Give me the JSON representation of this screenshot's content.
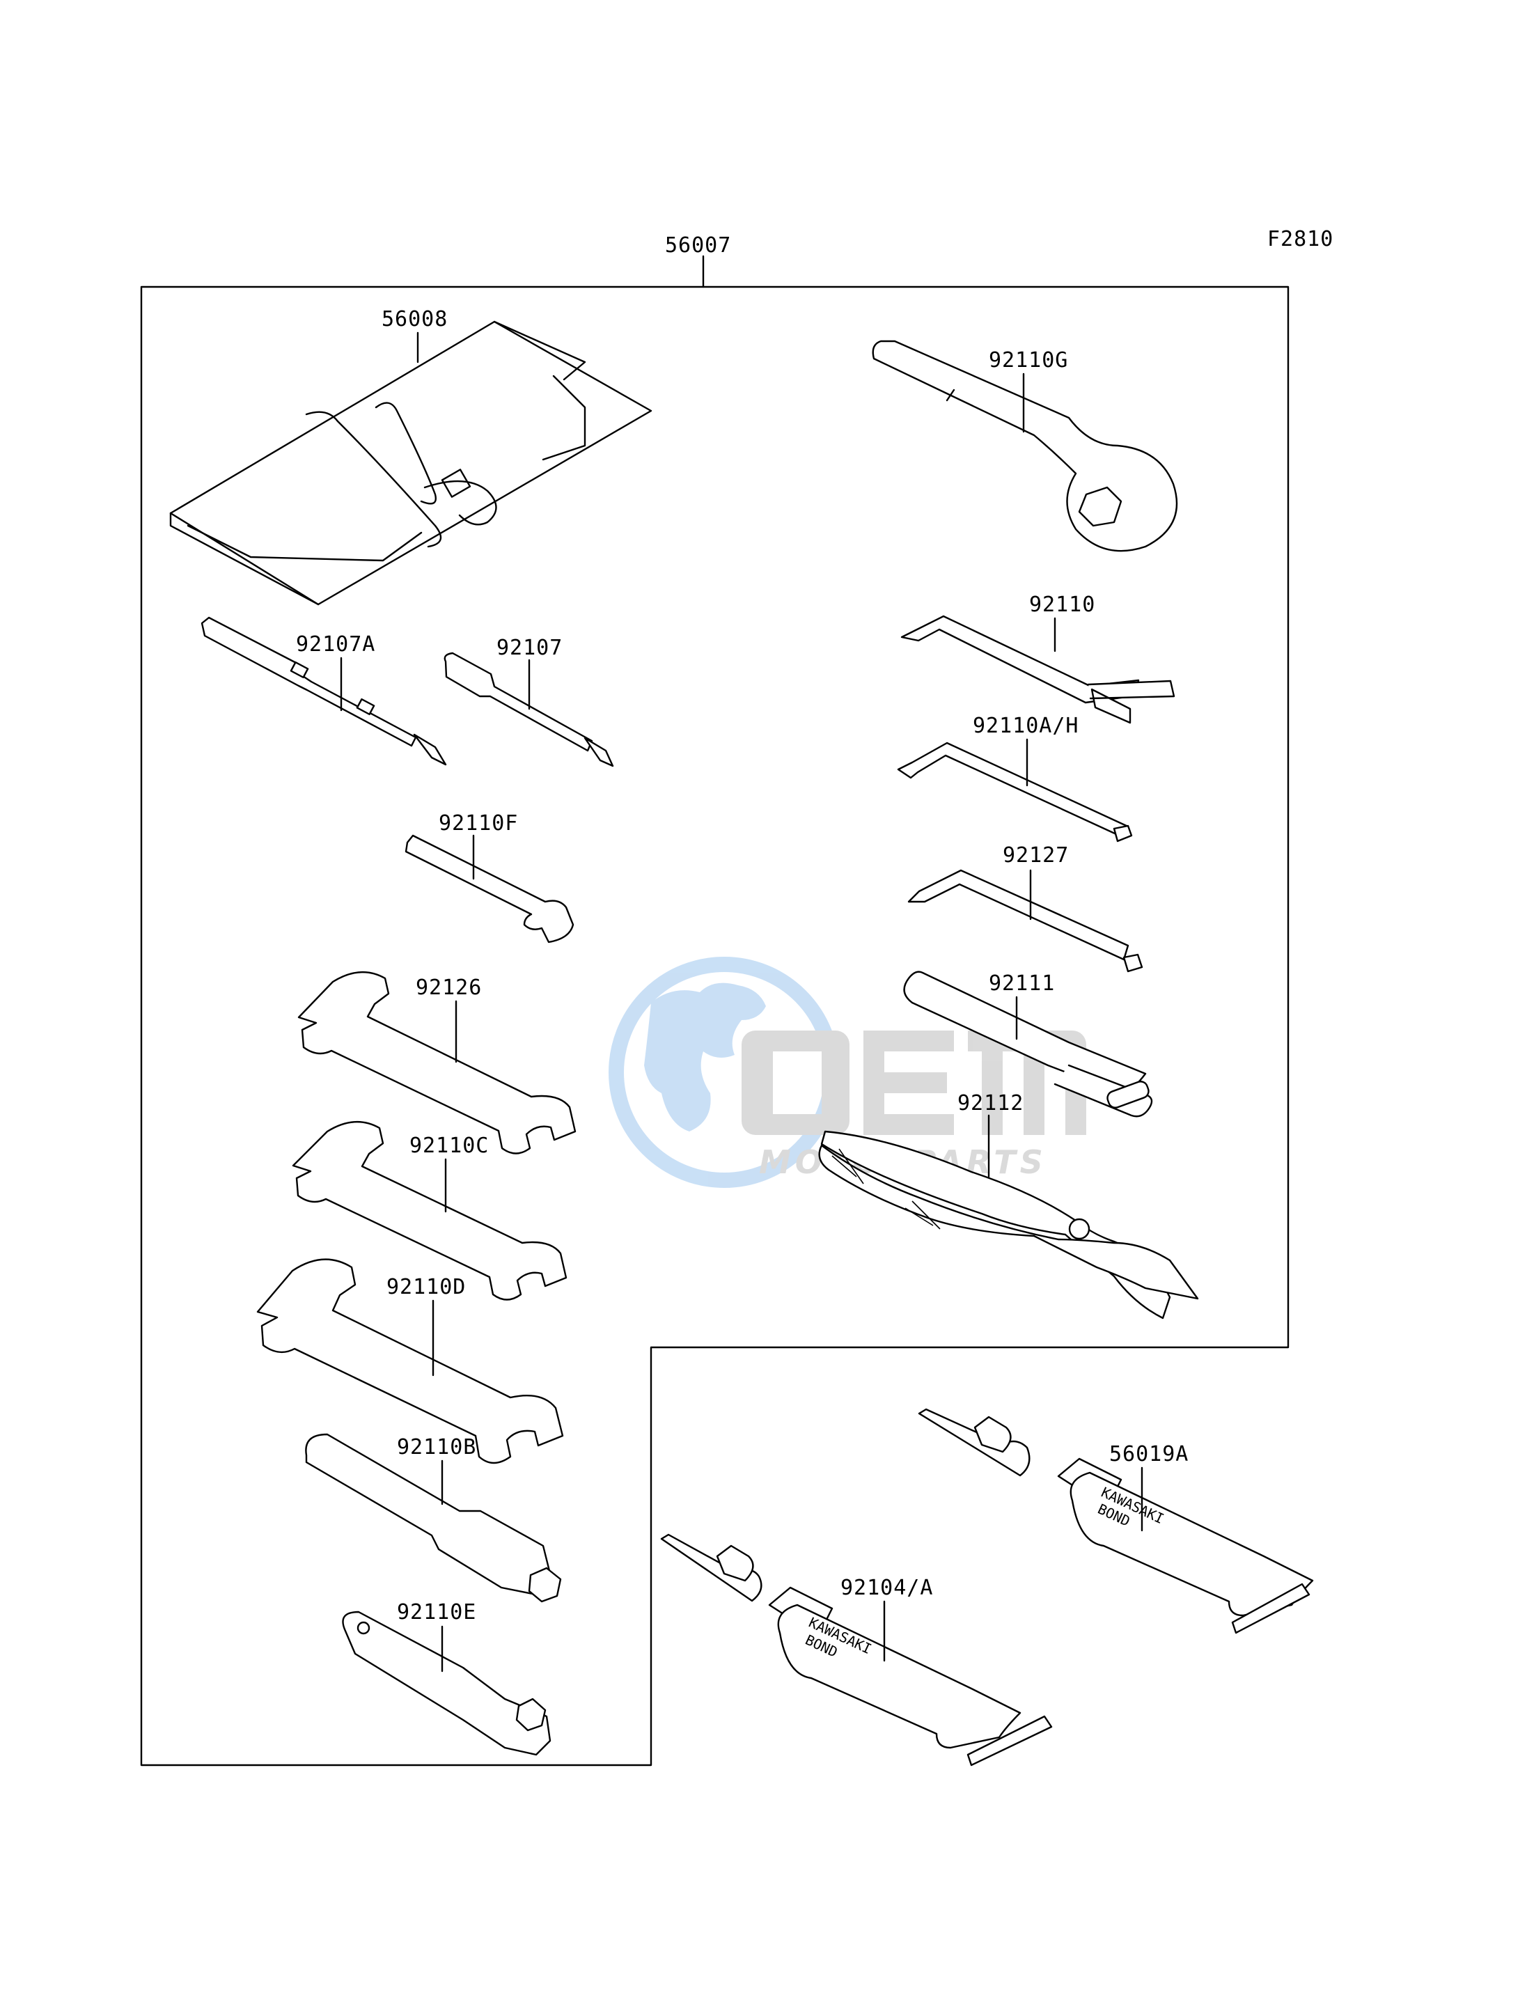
{
  "figure_code": "F2810",
  "watermark": {
    "brand": "OEM",
    "sub": "MOTORPARTS",
    "colors": {
      "blue": "#9dc6ee",
      "gray": "#bdbdbd"
    }
  },
  "parts": {
    "kit": "56007",
    "pouch": "56008",
    "ring_wrench": "92110G",
    "screwdriver_a": "92107A",
    "screwdriver": "92107",
    "hex_key_1": "92110",
    "hex_key_2": "92110A/H",
    "hex_key_3": "92127",
    "wrench_f": "92110F",
    "wrench_126": "92126",
    "wrench_c": "92110C",
    "wrench_d": "92110D",
    "handle_bar": "92111",
    "pliers": "92112",
    "box_wrench_b": "92110B",
    "box_wrench_e": "92110E",
    "bond_large": "56019A",
    "bond_small": "92104/A"
  },
  "tube_print": {
    "line1": "KAWASAKI",
    "line2": "BOND"
  }
}
